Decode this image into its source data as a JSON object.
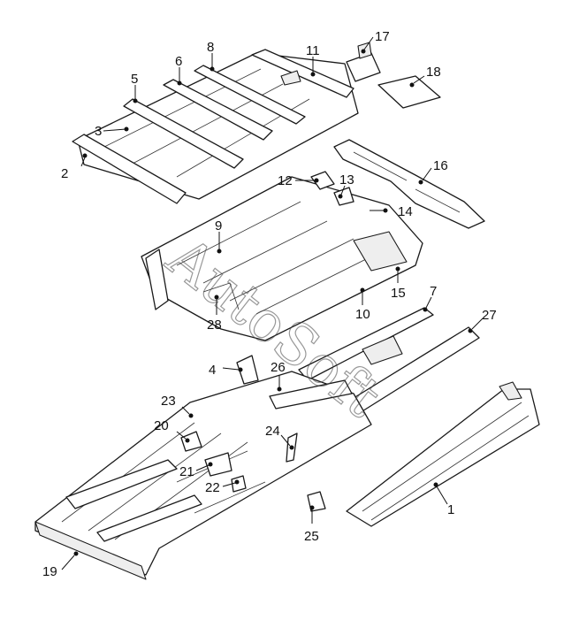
{
  "diagram": {
    "callouts": [
      {
        "id": "c1",
        "label": "1"
      },
      {
        "id": "c2",
        "label": "2"
      },
      {
        "id": "c3",
        "label": "3"
      },
      {
        "id": "c4",
        "label": "4"
      },
      {
        "id": "c5",
        "label": "5"
      },
      {
        "id": "c6",
        "label": "6"
      },
      {
        "id": "c7",
        "label": "7"
      },
      {
        "id": "c8",
        "label": "8"
      },
      {
        "id": "c9",
        "label": "9"
      },
      {
        "id": "c10",
        "label": "10"
      },
      {
        "id": "c11",
        "label": "11"
      },
      {
        "id": "c12",
        "label": "12"
      },
      {
        "id": "c13",
        "label": "13"
      },
      {
        "id": "c14",
        "label": "14"
      },
      {
        "id": "c15",
        "label": "15"
      },
      {
        "id": "c16",
        "label": "16"
      },
      {
        "id": "c17",
        "label": "17"
      },
      {
        "id": "c18",
        "label": "18"
      },
      {
        "id": "c19",
        "label": "19"
      },
      {
        "id": "c20",
        "label": "20"
      },
      {
        "id": "c21",
        "label": "21"
      },
      {
        "id": "c22",
        "label": "22"
      },
      {
        "id": "c23",
        "label": "23"
      },
      {
        "id": "c24",
        "label": "24"
      },
      {
        "id": "c25",
        "label": "25"
      },
      {
        "id": "c26",
        "label": "26"
      },
      {
        "id": "c27",
        "label": "27"
      },
      {
        "id": "c28",
        "label": "28"
      }
    ],
    "watermark": "AutoSoft"
  }
}
